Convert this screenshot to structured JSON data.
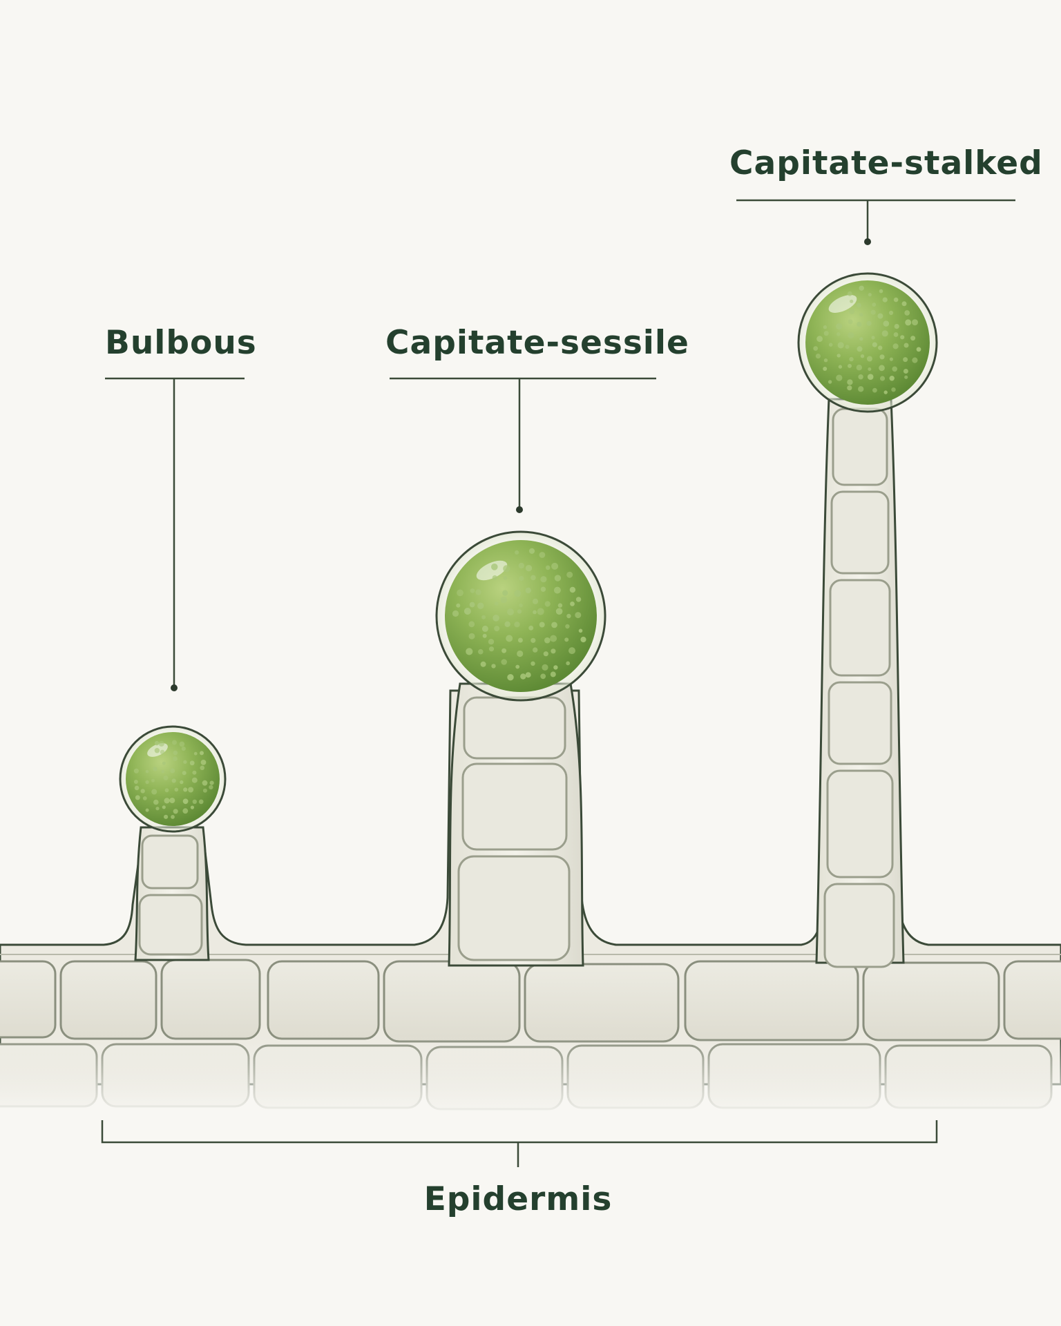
{
  "labels": {
    "bulbous": "Bulbous",
    "capitate_sessile": "Capitate-sessile",
    "capitate_stalked": "Capitate-stalked",
    "epidermis": "Epidermis"
  },
  "colors": {
    "background": "#f8f7f3",
    "label_text": "#24402e",
    "outline": "#3b4a38",
    "cell_fill": "#e7e6dc",
    "cell_wall": "#f1f0e8",
    "gland_green": "#8bb152",
    "gland_dark": "#5f8a36"
  }
}
